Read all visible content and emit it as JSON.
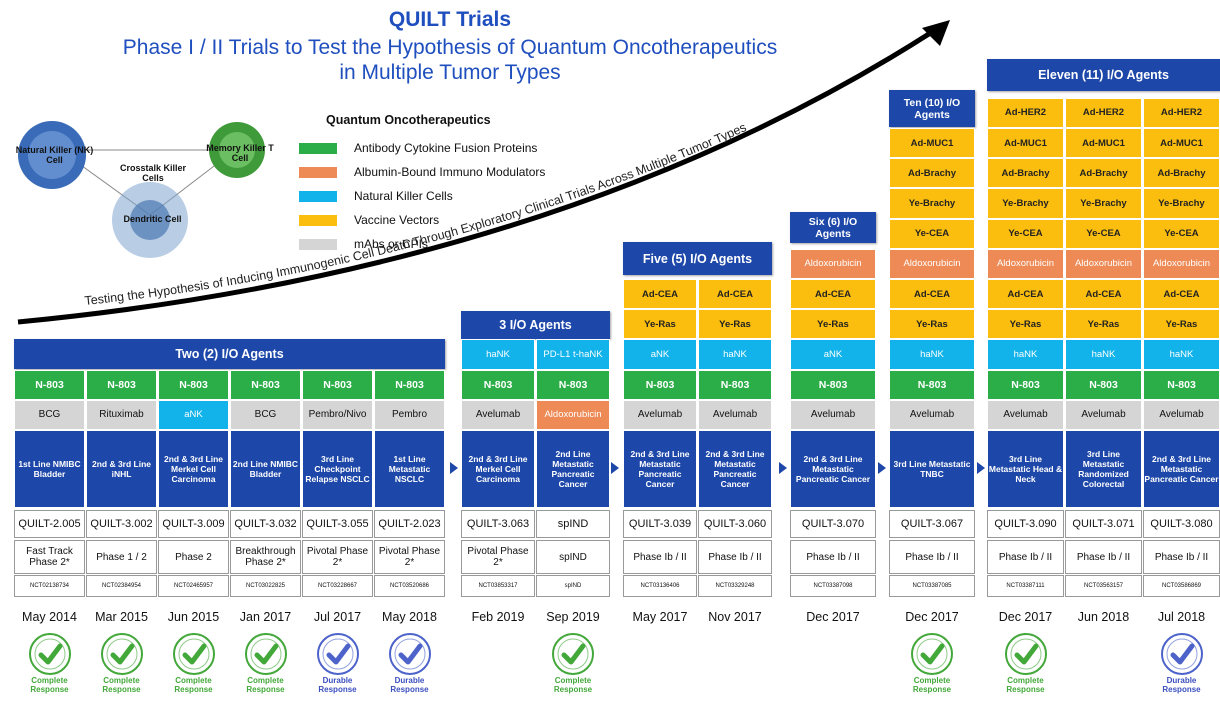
{
  "header": {
    "title": "QUILT Trials",
    "subtitle_line1": "Phase I / II Trials to Test the Hypothesis of Quantum Oncotherapeutics",
    "subtitle_line2": "in Multiple Tumor Types"
  },
  "arrow_text_upper": "Inducing Immunogenic Cell Death Through Exploratory Clinical Trials Across Multiple Tumor Types",
  "arrow_text_lower": "Testing the Hypothesis of",
  "cells": {
    "nk": "Natural Killer (NK) Cell",
    "memory": "Memory Killer T Cell",
    "crosstalk": "Crosstalk Killer Cells",
    "dendritic": "Dendritic Cell"
  },
  "legend": {
    "title": "Quantum Oncotherapeutics",
    "items": [
      {
        "label": "Antibody Cytokine Fusion Proteins",
        "color": "#2bae48"
      },
      {
        "label": "Albumin-Bound Immuno Modulators",
        "color": "#ee8a55"
      },
      {
        "label": "Natural Killer Cells",
        "color": "#12b3ea"
      },
      {
        "label": "Vaccine Vectors",
        "color": "#fbbd0e"
      },
      {
        "label": "mAbs or CPIs",
        "color": "#d5d5d5"
      }
    ]
  },
  "groups": [
    {
      "title": "Two (2) I/O Agents"
    },
    {
      "title": "3 I/O Agents"
    },
    {
      "title": "Five (5) I/O Agents"
    },
    {
      "title": "Six (6) I/O Agents"
    },
    {
      "title": "Ten (10) I/O Agents"
    },
    {
      "title": "Eleven (11) I/O Agents"
    }
  ],
  "trials": [
    {
      "agents": [
        {
          "t": "N-803",
          "k": "green"
        },
        {
          "t": "BCG",
          "k": "gray"
        }
      ],
      "indication": "1st Line NMIBC Bladder",
      "quilt": "QUILT-2.005",
      "phase": "Fast Track Phase 2*",
      "nct": "NCT02138734",
      "date": "May 2014",
      "response": "Complete Response"
    },
    {
      "agents": [
        {
          "t": "N-803",
          "k": "green"
        },
        {
          "t": "Rituximab",
          "k": "gray"
        }
      ],
      "indication": "2nd & 3rd Line iNHL",
      "quilt": "QUILT-3.002",
      "phase": "Phase 1 / 2",
      "nct": "NCT02384954",
      "date": "Mar 2015",
      "response": "Complete Response"
    },
    {
      "agents": [
        {
          "t": "N-803",
          "k": "green"
        },
        {
          "t": "aNK",
          "k": "cyan"
        }
      ],
      "indication": "2nd & 3rd Line Merkel Cell Carcinoma",
      "quilt": "QUILT-3.009",
      "phase": "Phase 2",
      "nct": "NCT02465957",
      "date": "Jun 2015",
      "response": "Complete Response"
    },
    {
      "agents": [
        {
          "t": "N-803",
          "k": "green"
        },
        {
          "t": "BCG",
          "k": "gray"
        }
      ],
      "indication": "2nd Line NMIBC Bladder",
      "quilt": "QUILT-3.032",
      "phase": "Breakthrough Phase 2*",
      "nct": "NCT03022825",
      "date": "Jan 2017",
      "response": "Complete Response"
    },
    {
      "agents": [
        {
          "t": "N-803",
          "k": "green"
        },
        {
          "t": "Pembro/Nivo",
          "k": "gray"
        }
      ],
      "indication": "3rd Line Checkpoint Relapse NSCLC",
      "quilt": "QUILT-3.055",
      "phase": "Pivotal Phase 2*",
      "nct": "NCT03228667",
      "date": "Jul 2017",
      "response": "Durable Response"
    },
    {
      "agents": [
        {
          "t": "N-803",
          "k": "green"
        },
        {
          "t": "Pembro",
          "k": "gray"
        }
      ],
      "indication": "1st Line Metastatic NSCLC",
      "quilt": "QUILT-2.023",
      "phase": "Pivotal Phase 2*",
      "nct": "NCT03520686",
      "date": "May 2018",
      "response": "Durable Response"
    },
    {
      "agents": [
        {
          "t": "haNK",
          "k": "cyan"
        },
        {
          "t": "N-803",
          "k": "green"
        },
        {
          "t": "Avelumab",
          "k": "gray"
        }
      ],
      "indication": "2nd & 3rd Line Merkel Cell Carcinoma",
      "quilt": "QUILT-3.063",
      "phase": "Pivotal Phase 2*",
      "nct": "NCT03853317",
      "date": "Feb 2019",
      "response": ""
    },
    {
      "agents": [
        {
          "t": "PD-L1 t-haNK",
          "k": "cyan"
        },
        {
          "t": "N-803",
          "k": "green"
        },
        {
          "t": "Aldoxorubicin",
          "k": "orange"
        }
      ],
      "indication": "2nd Line Metastatic Pancreatic Cancer",
      "quilt": "spIND",
      "phase": "spIND",
      "nct": "spIND",
      "date": "Sep 2019",
      "response": "Complete Response"
    },
    {
      "agents": [
        {
          "t": "Ad-CEA",
          "k": "yellow"
        },
        {
          "t": "Ye-Ras",
          "k": "yellow"
        },
        {
          "t": "aNK",
          "k": "cyan"
        },
        {
          "t": "N-803",
          "k": "green"
        },
        {
          "t": "Avelumab",
          "k": "gray"
        }
      ],
      "indication": "2nd & 3rd Line Metastatic Pancreatic Cancer",
      "quilt": "QUILT-3.039",
      "phase": "Phase Ib / II",
      "nct": "NCT03136406",
      "date": "May 2017",
      "response": ""
    },
    {
      "agents": [
        {
          "t": "Ad-CEA",
          "k": "yellow"
        },
        {
          "t": "Ye-Ras",
          "k": "yellow"
        },
        {
          "t": "haNK",
          "k": "cyan"
        },
        {
          "t": "N-803",
          "k": "green"
        },
        {
          "t": "Avelumab",
          "k": "gray"
        }
      ],
      "indication": "2nd & 3rd Line Metastatic Pancreatic Cancer",
      "quilt": "QUILT-3.060",
      "phase": "Phase Ib / II",
      "nct": "NCT03329248",
      "date": "Nov 2017",
      "response": ""
    },
    {
      "agents": [
        {
          "t": "Aldoxorubicin",
          "k": "orange"
        },
        {
          "t": "Ad-CEA",
          "k": "yellow"
        },
        {
          "t": "Ye-Ras",
          "k": "yellow"
        },
        {
          "t": "aNK",
          "k": "cyan"
        },
        {
          "t": "N-803",
          "k": "green"
        },
        {
          "t": "Avelumab",
          "k": "gray"
        }
      ],
      "indication": "2nd & 3rd Line Metastatic Pancreatic Cancer",
      "quilt": "QUILT-3.070",
      "phase": "Phase Ib / II",
      "nct": "NCT03387098",
      "date": "Dec 2017",
      "response": ""
    },
    {
      "agents": [
        {
          "t": "Ad-MUC1",
          "k": "yellow"
        },
        {
          "t": "Ad-Brachy",
          "k": "yellow"
        },
        {
          "t": "Ye-Brachy",
          "k": "yellow"
        },
        {
          "t": "Ye-CEA",
          "k": "yellow"
        },
        {
          "t": "Aldoxorubicin",
          "k": "orange"
        },
        {
          "t": "Ad-CEA",
          "k": "yellow"
        },
        {
          "t": "Ye-Ras",
          "k": "yellow"
        },
        {
          "t": "haNK",
          "k": "cyan"
        },
        {
          "t": "N-803",
          "k": "green"
        },
        {
          "t": "Avelumab",
          "k": "gray"
        }
      ],
      "indication": "3rd Line Metastatic TNBC",
      "quilt": "QUILT-3.067",
      "phase": "Phase Ib / II",
      "nct": "NCT03387085",
      "date": "Dec 2017",
      "response": "Complete Response"
    },
    {
      "agents": [
        {
          "t": "Ad-HER2",
          "k": "yellow"
        },
        {
          "t": "Ad-MUC1",
          "k": "yellow"
        },
        {
          "t": "Ad-Brachy",
          "k": "yellow"
        },
        {
          "t": "Ye-Brachy",
          "k": "yellow"
        },
        {
          "t": "Ye-CEA",
          "k": "yellow"
        },
        {
          "t": "Aldoxorubicin",
          "k": "orange"
        },
        {
          "t": "Ad-CEA",
          "k": "yellow"
        },
        {
          "t": "Ye-Ras",
          "k": "yellow"
        },
        {
          "t": "haNK",
          "k": "cyan"
        },
        {
          "t": "N-803",
          "k": "green"
        },
        {
          "t": "Avelumab",
          "k": "gray"
        }
      ],
      "indication": "3rd Line Metastatic Head & Neck",
      "quilt": "QUILT-3.090",
      "phase": "Phase Ib / II",
      "nct": "NCT03387111",
      "date": "Dec 2017",
      "response": "Complete Response"
    },
    {
      "agents": [
        {
          "t": "Ad-HER2",
          "k": "yellow"
        },
        {
          "t": "Ad-MUC1",
          "k": "yellow"
        },
        {
          "t": "Ad-Brachy",
          "k": "yellow"
        },
        {
          "t": "Ye-Brachy",
          "k": "yellow"
        },
        {
          "t": "Ye-CEA",
          "k": "yellow"
        },
        {
          "t": "Aldoxorubicin",
          "k": "orange"
        },
        {
          "t": "Ad-CEA",
          "k": "yellow"
        },
        {
          "t": "Ye-Ras",
          "k": "yellow"
        },
        {
          "t": "haNK",
          "k": "cyan"
        },
        {
          "t": "N-803",
          "k": "green"
        },
        {
          "t": "Avelumab",
          "k": "gray"
        }
      ],
      "indication": "3rd Line Metastatic Randomized Colorectal",
      "quilt": "QUILT-3.071",
      "phase": "Phase Ib / II",
      "nct": "NCT03563157",
      "date": "Jun 2018",
      "response": ""
    },
    {
      "agents": [
        {
          "t": "Ad-HER2",
          "k": "yellow"
        },
        {
          "t": "Ad-MUC1",
          "k": "yellow"
        },
        {
          "t": "Ad-Brachy",
          "k": "yellow"
        },
        {
          "t": "Ye-Brachy",
          "k": "yellow"
        },
        {
          "t": "Ye-CEA",
          "k": "yellow"
        },
        {
          "t": "Aldoxorubicin",
          "k": "orange"
        },
        {
          "t": "Ad-CEA",
          "k": "yellow"
        },
        {
          "t": "Ye-Ras",
          "k": "yellow"
        },
        {
          "t": "haNK",
          "k": "cyan"
        },
        {
          "t": "N-803",
          "k": "green"
        },
        {
          "t": "Avelumab",
          "k": "gray"
        }
      ],
      "indication": "2nd & 3rd Line Metastatic Pancreatic Cancer",
      "quilt": "QUILT-3.080",
      "phase": "Phase Ib / II",
      "nct": "NCT03586869",
      "date": "Jul 2018",
      "response": "Durable Response"
    }
  ]
}
